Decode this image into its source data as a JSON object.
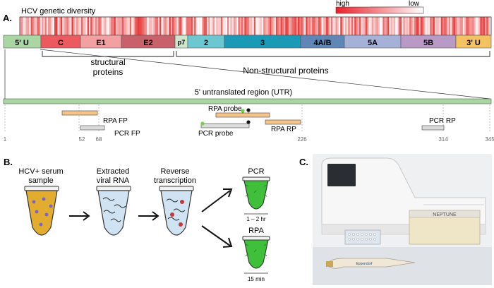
{
  "panels": {
    "a": {
      "label": "A.",
      "diversity_title": "HCV genetic diversity",
      "legend": {
        "high": "high",
        "low": "low",
        "high_color": "#e8202a",
        "low_color": "#ffffff"
      },
      "genome_segments": [
        {
          "label": "5' U",
          "color": "#a9d6a3"
        },
        {
          "label": "C",
          "color": "#ec5a5f"
        },
        {
          "label": "E1",
          "color": "#f3a0a3"
        },
        {
          "label": "E2",
          "color": "#c9616b"
        },
        {
          "label": "p7",
          "color": "#cfe6cc"
        },
        {
          "label": "2",
          "color": "#6cc7d1"
        },
        {
          "label": "3",
          "color": "#1b9ab8"
        },
        {
          "label": "4A/B",
          "color": "#5e86b6"
        },
        {
          "label": "5A",
          "color": "#a6b1d8"
        },
        {
          "label": "5B",
          "color": "#b99ac7"
        },
        {
          "label": "3' U",
          "color": "#f5c262"
        }
      ],
      "structural_label": "structural\nproteins",
      "structural_line1": "structural",
      "structural_line2": "proteins",
      "nonstructural_label": "Non-structural proteins",
      "utr_title": "5' untranslated region (UTR)",
      "primers": {
        "rpa_fp": "RPA FP",
        "pcr_fp": "PCR FP",
        "rpa_probe": "RPA probe",
        "pcr_probe": "PCR probe",
        "rpa_rp": "RPA RP",
        "pcr_rp": "PCR RP"
      },
      "positions": {
        "p1": "1",
        "p52": "52",
        "p68": "68",
        "p226": "226",
        "p314": "314",
        "p345": "345"
      },
      "colors": {
        "rpa_primer": "#f5c48a",
        "pcr_primer": "#dcdcdc",
        "utr_bar": "#a9d6a3",
        "fluor_green": "#6ed24a",
        "quencher": "#111111"
      }
    },
    "b": {
      "label": "B.",
      "step1": "HCV+ serum\nsample",
      "step1_line1": "HCV+ serum",
      "step1_line2": "sample",
      "step2_line1": "Extracted",
      "step2_line2": "viral RNA",
      "step3_line1": "Reverse",
      "step3_line2": "transcription",
      "pcr_label": "PCR",
      "pcr_time": "1 – 2 hr",
      "rpa_label": "RPA",
      "rpa_time": "15 min",
      "colors": {
        "serum": "#e2ac2f",
        "rna_tube": "#cfe3f2",
        "amplified": "#3fbf3a"
      }
    },
    "c": {
      "label": "C.",
      "photo_text": "NEPTUNE",
      "pipette_brand": "Eppendorf"
    }
  }
}
